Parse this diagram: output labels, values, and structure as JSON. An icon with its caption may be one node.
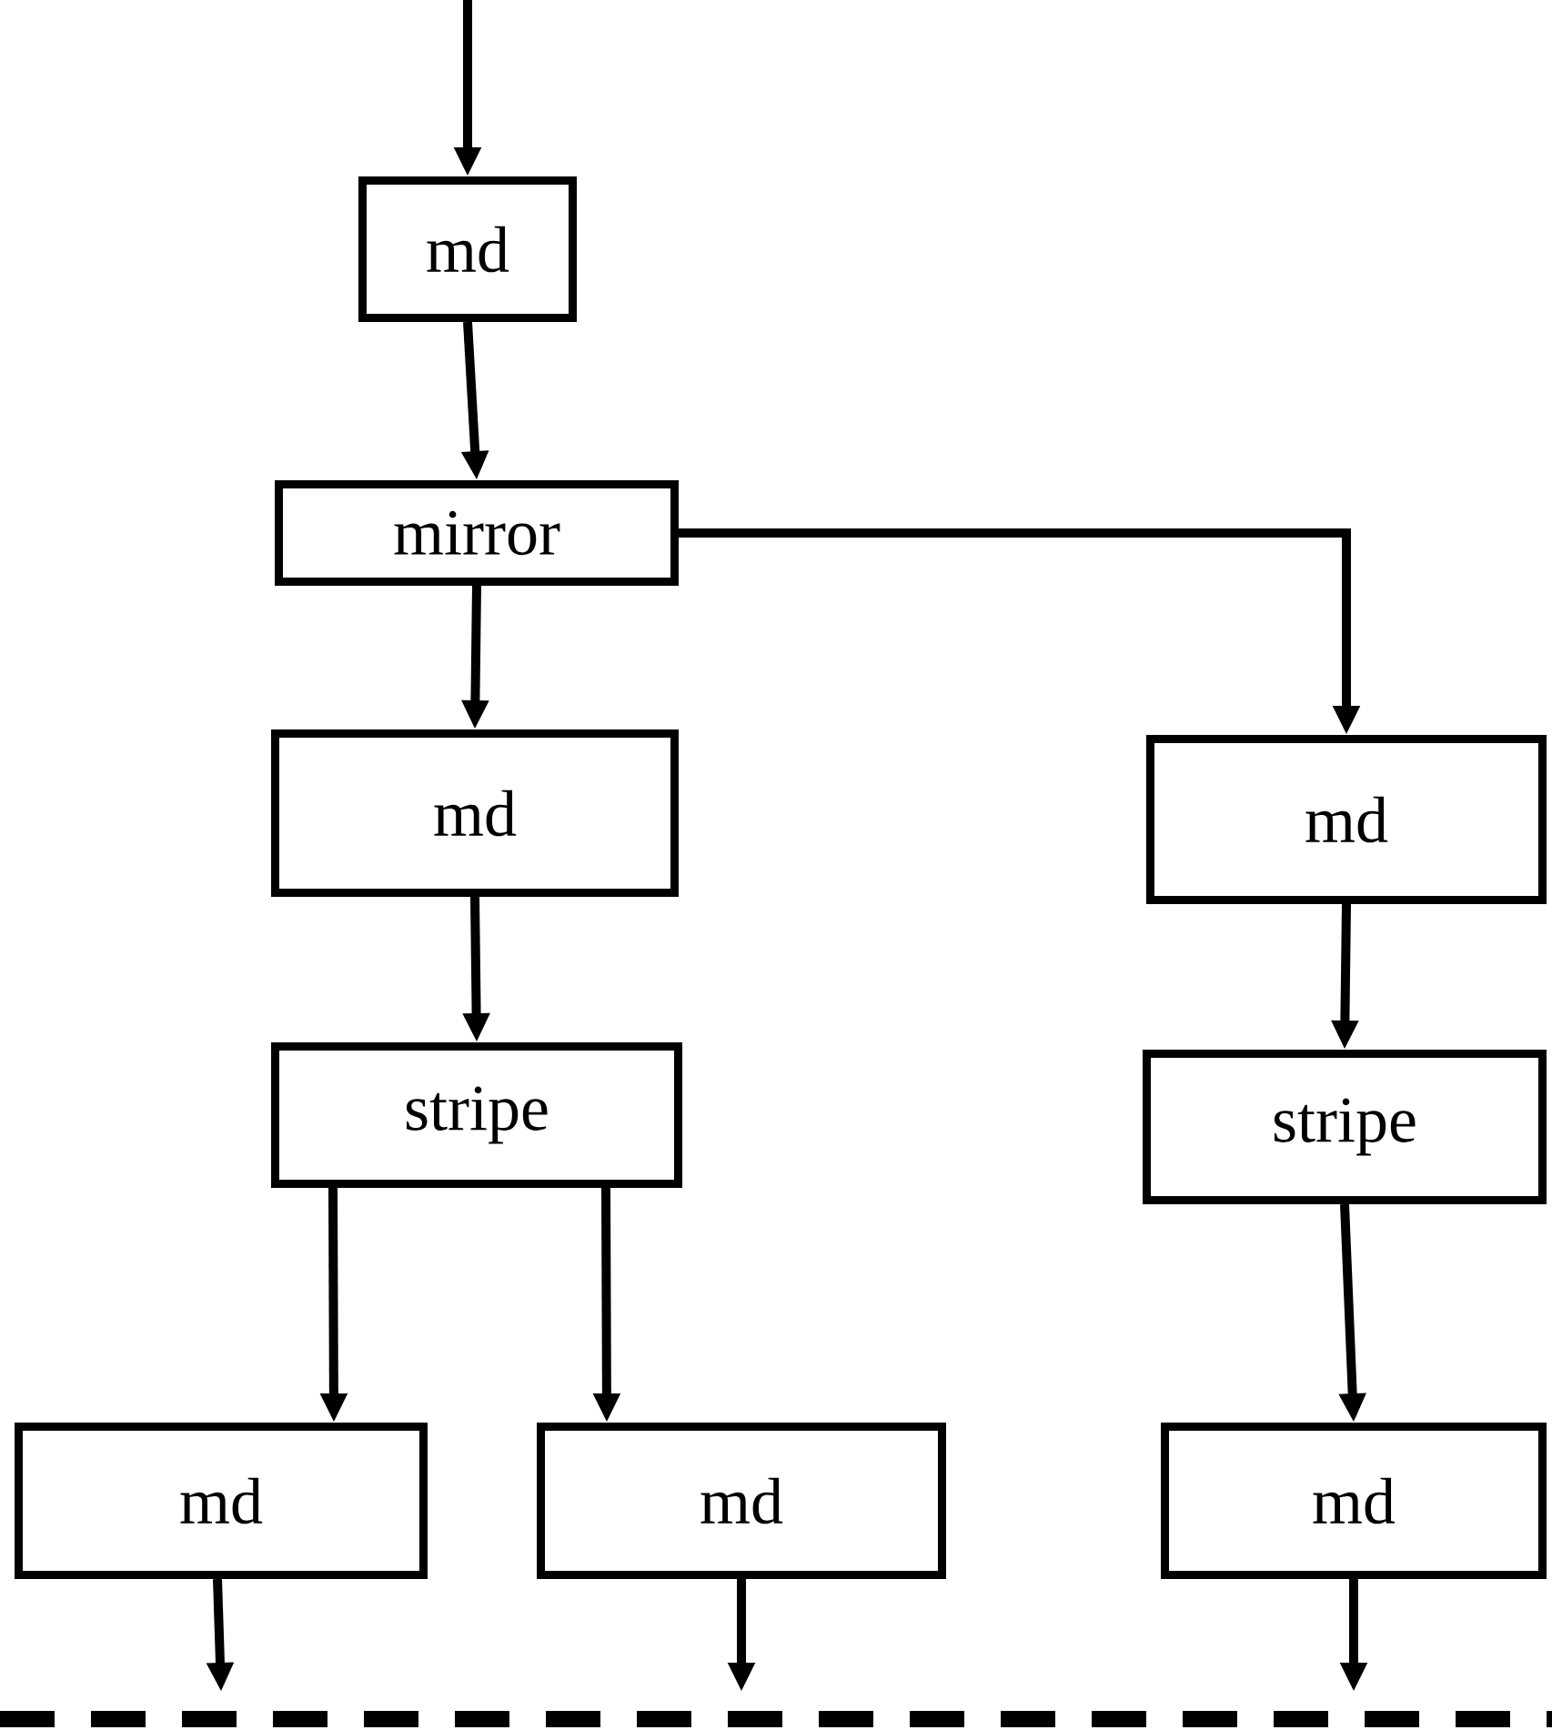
{
  "diagram": {
    "nodes": [
      {
        "text": [
          "md"
        ]
      },
      {
        "text": [
          "mirror"
        ]
      },
      {
        "text": [
          "md"
        ]
      },
      {
        "text": [
          "md"
        ]
      },
      {
        "text": [
          "stripe"
        ]
      },
      {
        "text": [
          "stripe"
        ]
      },
      {
        "text": [
          "md"
        ]
      },
      {
        "text": [
          "md"
        ]
      },
      {
        "text": [
          "md"
        ]
      }
    ],
    "edges": [
      {
        "from": null,
        "to": 0,
        "arrow": "to"
      },
      {
        "from": 0,
        "to": 1,
        "arrow": "to"
      },
      {
        "from": 1,
        "to": 2,
        "arrow": "to"
      },
      {
        "from": 1,
        "to": 3,
        "arrow": "to"
      },
      {
        "from": 2,
        "to": 4,
        "arrow": "to"
      },
      {
        "from": 3,
        "to": 5,
        "arrow": "to"
      },
      {
        "from": 4,
        "to": 6,
        "arrow": "to"
      },
      {
        "from": 4,
        "to": 7,
        "arrow": "to"
      },
      {
        "from": 5,
        "to": 8,
        "arrow": "to"
      },
      {
        "from": 6,
        "to": null,
        "arrow": "to"
      },
      {
        "from": 7,
        "to": null,
        "arrow": "to"
      },
      {
        "from": 8,
        "to": null,
        "arrow": "to"
      }
    ]
  }
}
